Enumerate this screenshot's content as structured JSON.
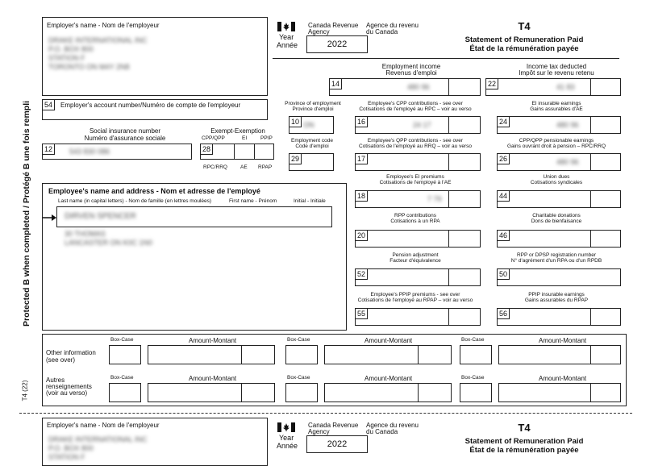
{
  "employer_name_label": "Employer's name - Nom de l'employeur",
  "employer_name_value": [
    "DRAKE INTERNATIONAL INC",
    "P.O. BOX 800",
    "STATION F",
    "TORONTO ON M4Y 2N8"
  ],
  "year_label": "Year",
  "annee_label": "Année",
  "year_value": "2022",
  "agency_en": [
    "Canada Revenue",
    "Agency"
  ],
  "agency_fr": [
    "Agence du revenu",
    "du Canada"
  ],
  "form_code": "T4",
  "title_en": "Statement of Remuneration Paid",
  "title_fr": "État de la rémunération payée",
  "box14_label": [
    "Employment income",
    "Revenus d'emploi"
  ],
  "box14_value": "480 96",
  "box22_label": [
    "Income tax deducted",
    "Impôt sur le revenu retenu"
  ],
  "box22_value": "41 83",
  "account_label": "Employer's account number/Numéro de compte de l'employeur",
  "province_label": [
    "Province of employment",
    "Province d'emploi"
  ],
  "province_value": "ON",
  "cpp_label": [
    "Employee's CPP contributions - see over",
    "Cotisations de l'employé au RPC – voir au verso"
  ],
  "cpp_value": "24 17",
  "ei_earn_label": [
    "EI insurable earnings",
    "Gains assurables d'AE"
  ],
  "ei_earn_value": "480 96",
  "sin_label": [
    "Social insurance number",
    "Numéro d'assurance sociale"
  ],
  "sin_value": "543 830 086",
  "exempt_label": "Exempt-Exemption",
  "exempt_cols": [
    "CPP/QPP",
    "EI",
    "PPIP"
  ],
  "exempt_cols_fr": [
    "RPC/RRQ",
    "AE",
    "RPAP"
  ],
  "emp_code_label": [
    "Employment code",
    "Code d'emploi"
  ],
  "qpp_label": [
    "Employee's QPP contributions - see over",
    "Cotisations de l'employé au RRQ – voir au verso"
  ],
  "qpp_pen_label": [
    "CPP/QPP pensionable earnings",
    "Gains ouvrant droit à pension – RPC/RRQ"
  ],
  "qpp_pen_value": "480 96",
  "employee_header": "Employee's name and address - Nom et adresse de l'employé",
  "employee_cols": [
    "Last name (in capital letters) - Nom de famille (en lettres moulées)",
    "First name - Prénom",
    "Initial - Initiale"
  ],
  "employee_name_value": "DIRVEN SPENCER",
  "employee_addr_value": [
    "30 THOMAS",
    "LANCASTER ON K0C 1N0"
  ],
  "ei_prem_label": [
    "Employee's EI premiums",
    "Cotisations de l'employé à l'AE"
  ],
  "ei_prem_value": "7 79",
  "union_label": [
    "Union dues",
    "Cotisations syndicales"
  ],
  "rpp_label": [
    "RPP contributions",
    "Cotisations à un RPA"
  ],
  "charity_label": [
    "Charitable donations",
    "Dons de bienfaisance"
  ],
  "pa_label": [
    "Pension adjustment",
    "Facteur d'équivalence"
  ],
  "rpp_reg_label": [
    "RPP or DPSP registration number",
    "N° d'agrément d'un RPA ou d'un RPDB"
  ],
  "ppip_label": [
    "Employee's PPIP premiums - see over",
    "Cotisations de l'employé au RPAP – voir au verso"
  ],
  "ppip_earn_label": [
    "PPIP insurable earnings",
    "Gains assurables du RPAP"
  ],
  "box_numbers": {
    "b14": "14",
    "b22": "22",
    "b54": "54",
    "b10": "10",
    "b16": "16",
    "b24": "24",
    "b12": "12",
    "b28": "28",
    "b29": "29",
    "b17": "17",
    "b26": "26",
    "b18": "18",
    "b44": "44",
    "b20": "20",
    "b46": "46",
    "b52": "52",
    "b50": "50",
    "b55": "55",
    "b56": "56"
  },
  "other_info_en": [
    "Other information",
    "(see over)"
  ],
  "other_info_fr": [
    "Autres",
    "renseignements",
    "(voir au verso)"
  ],
  "box_case": "Box-Case",
  "amount_montant": "Amount-Montant",
  "side_text": "Protected B when completed / Protégé B une fois rempli",
  "side_code": "T4 (22)"
}
